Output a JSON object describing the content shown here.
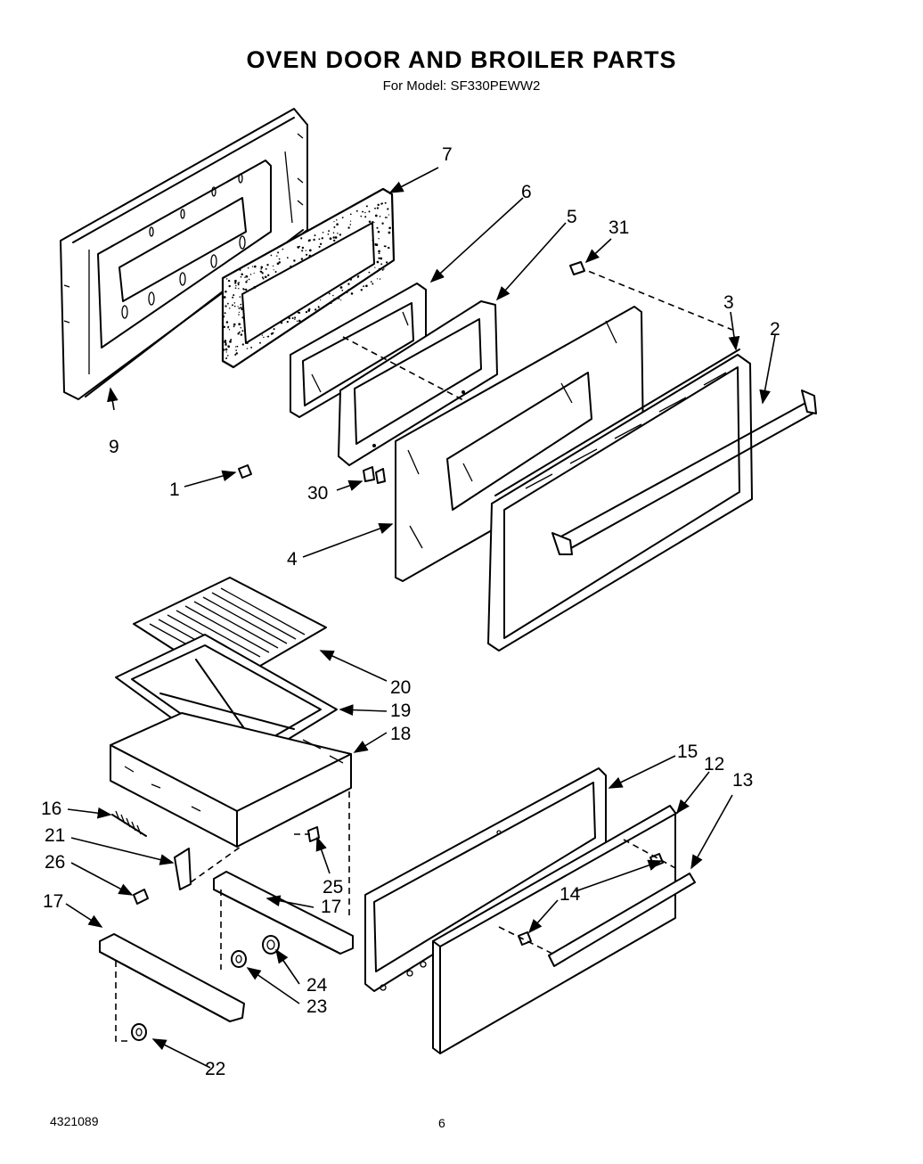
{
  "header": {
    "title": "OVEN DOOR AND BROILER PARTS",
    "model_label": "For Model:",
    "model": "SF330PEWW2"
  },
  "footer": {
    "doc_number": "4321089",
    "page_number": "6"
  },
  "callouts": {
    "c1": "1",
    "c2": "2",
    "c3": "3",
    "c4": "4",
    "c5": "5",
    "c6": "6",
    "c7": "7",
    "c9": "9",
    "c12": "12",
    "c13": "13",
    "c14a": "14",
    "c14b": "14",
    "c15": "15",
    "c16": "16",
    "c17a": "17",
    "c17b": "17",
    "c18": "18",
    "c19": "19",
    "c20": "20",
    "c21": "21",
    "c22": "22",
    "c23": "23",
    "c24": "24",
    "c25": "25",
    "c26": "26",
    "c30": "30",
    "c31": "31"
  }
}
